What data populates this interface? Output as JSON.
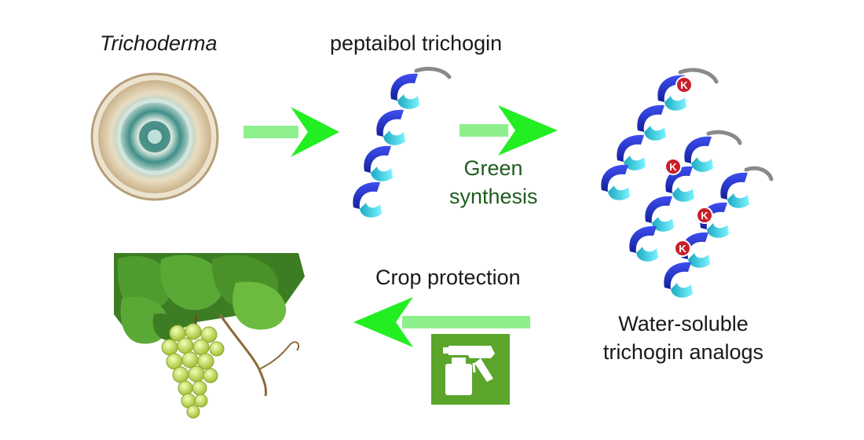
{
  "labels": {
    "source_organism": "Trichoderma",
    "compound": "peptaibol trichogin",
    "process_line1": "Green",
    "process_line2": "synthesis",
    "product_line1": "Water-soluble",
    "product_line2": "trichogin analogs",
    "application": "Crop protection",
    "lysine_marker": "K"
  },
  "colors": {
    "arrow_green": "#22ee22",
    "arrow_shaft": "#8df08d",
    "helix_blue": "#1a2fc8",
    "helix_cyan": "#33d6e8",
    "lysine_red": "#c8202a",
    "sprayer_bg": "#5aa52a",
    "process_text": "#1f5d1f"
  }
}
